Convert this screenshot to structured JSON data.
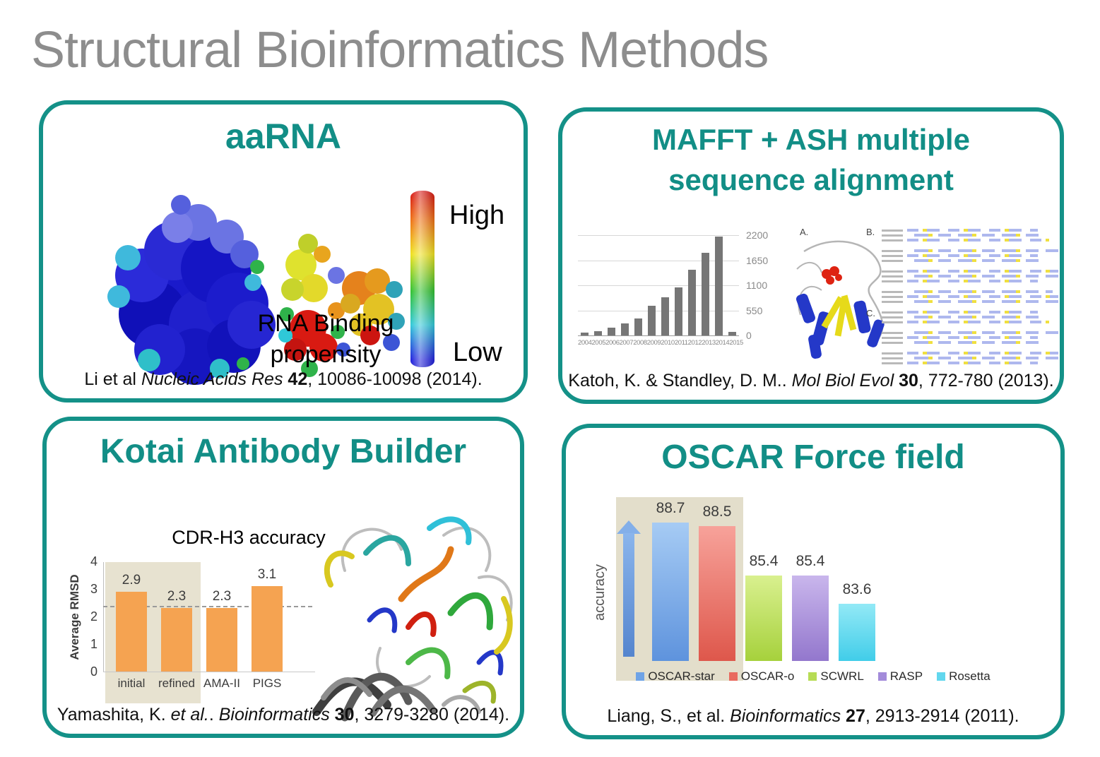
{
  "slide": {
    "title": "Structural Bioinformatics Methods"
  },
  "colors": {
    "teal_accent": "#149188",
    "title_gray": "#8d8d8d",
    "mafft_bar_gray": "#767676",
    "kotai_bar_orange": "#f5a351",
    "highlight_beige": "#e3decb"
  },
  "panels": {
    "aarna": {
      "title": "aaRNA",
      "colorbar_high": "High",
      "colorbar_low": "Low",
      "caption_line1": "RNA Binding",
      "caption_line2": "propensity",
      "citation": {
        "prefix": "Li et al ",
        "etal": "",
        "mid": "",
        "journal": "Nucleic Acids Res ",
        "volume": "42",
        "suffix": ", 10086-10098 (2014)."
      }
    },
    "mafft": {
      "title": "MAFFT + ASH multiple sequence alignment",
      "fig_a": "A.",
      "fig_b": "B.",
      "fig_c": "C.",
      "citation": {
        "prefix": "Katoh, K. & Standley, D. M.. ",
        "etal": "",
        "mid": "",
        "journal": "Mol Biol Evol ",
        "volume": "30",
        "suffix": ", 772-780 (2013)."
      }
    },
    "kotai": {
      "title": "Kotai Antibody Builder",
      "citation": {
        "prefix": "Yamashita, K. ",
        "etal": "et al.",
        "mid": ". ",
        "journal": "Bioinformatics ",
        "volume": "30",
        "suffix": ", 3279-3280 (2014)."
      }
    },
    "oscar": {
      "title": "OSCAR Force field",
      "citation": {
        "prefix": "Liang, S., et al. ",
        "etal": "",
        "mid": "",
        "journal": "Bioinformatics ",
        "volume": "27",
        "suffix": ", 2913-2914 (2011)."
      }
    }
  },
  "chart_data": [
    {
      "id": "mafft_usage",
      "type": "bar",
      "title": "",
      "categories": [
        "2004",
        "2005",
        "2006",
        "2007",
        "2008",
        "2009",
        "2010",
        "2011",
        "2012",
        "2013",
        "2014",
        "2015"
      ],
      "values": [
        65,
        90,
        170,
        260,
        375,
        645,
        830,
        1050,
        1440,
        1810,
        2170,
        80
      ],
      "ylim": [
        0,
        2200
      ],
      "yticks": [
        0,
        550,
        1100,
        1650,
        2200
      ],
      "ytick_side": "right",
      "grid": true,
      "bar_color": "#767676"
    },
    {
      "id": "cdr_h3",
      "type": "bar",
      "title": "CDR-H3 accuracy",
      "ylabel": "Average RMSD",
      "categories": [
        "initial",
        "refined",
        "AMA-II",
        "PIGS"
      ],
      "values": [
        2.9,
        2.3,
        2.3,
        3.1
      ],
      "ylim": [
        0,
        4
      ],
      "yticks": [
        0,
        1,
        2,
        3,
        4
      ],
      "reference_line": 2.35,
      "bar_color": "#f5a351",
      "highlight_categories": [
        "initial",
        "refined"
      ],
      "highlight_color": "#e7e2d0"
    },
    {
      "id": "oscar_accuracy",
      "type": "bar",
      "title": "",
      "ylabel": "accuracy",
      "categories": [
        "OSCAR-star",
        "OSCAR-o",
        "SCWRL",
        "RASP",
        "Rosetta"
      ],
      "values": [
        88.7,
        88.5,
        85.4,
        85.4,
        83.6
      ],
      "bar_colors_top": [
        "#a6cbf4",
        "#f7a29a",
        "#d9f08f",
        "#c9b6ec",
        "#93e9f6"
      ],
      "bar_colors_bottom": [
        "#5e93dd",
        "#de574b",
        "#a6d13c",
        "#9377cd",
        "#41cde9"
      ],
      "legend_colors": [
        "#6fa3e6",
        "#e96a5f",
        "#b7dc55",
        "#a38bda",
        "#62d7ee"
      ],
      "legend_position": "bottom",
      "axis_truncated": true,
      "highlight_categories": [
        "OSCAR-star",
        "OSCAR-o"
      ],
      "highlight_color": "#e3decb"
    }
  ]
}
